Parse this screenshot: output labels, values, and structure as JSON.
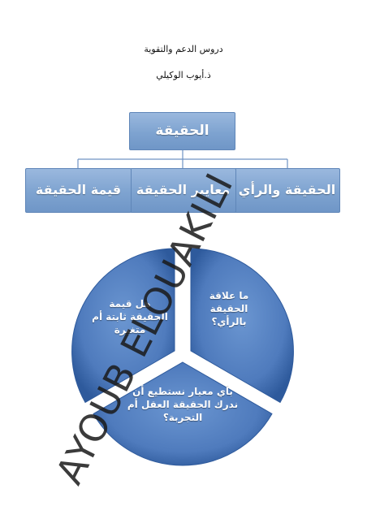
{
  "header": {
    "line1": "دروس الدعم والتقوية",
    "line2": "ذ.أيوب الوكيلي"
  },
  "diagram": {
    "root": "الحقيقة",
    "children": [
      "الحقيقة والرأي",
      "معايير الحقيقة",
      "قيمة الحقيقة"
    ]
  },
  "cycle": {
    "segments": [
      "ما علاقة الحقيقة بالرأي؟",
      "هل قيمة الحقيقة ثابتة أم متغيرة",
      "بأي معيار نستطيع أن ندرك الحقيقة العقل أم التجربة؟"
    ]
  },
  "watermark": "AYOUB ELOUAKILI",
  "colors": {
    "box_fill": "#7ea3d0",
    "box_border": "#5f86b8",
    "pie_fill": "#4f7bbd",
    "pie_dark": "#2e5a9c",
    "connector": "#6f93c4"
  }
}
